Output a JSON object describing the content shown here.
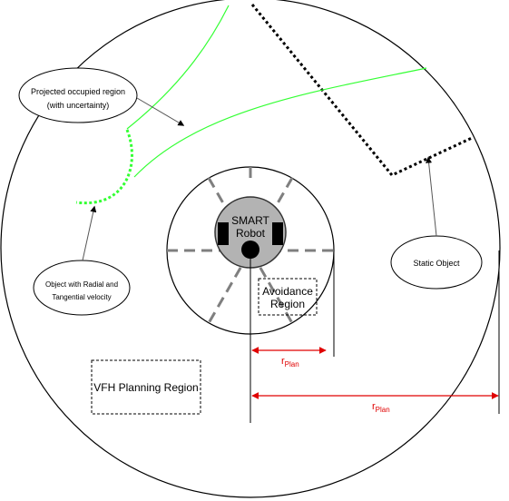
{
  "labels": {
    "projected_line1": "Projected occupied region",
    "projected_line2": "(with uncertainty)",
    "object_line1": "Object with Radial and",
    "object_line2": "Tangential velocity",
    "static_object": "Static Object",
    "robot_line1": "SMART",
    "robot_line2": "Robot",
    "avoidance_line1": "Avoidance",
    "avoidance_line2": "Region",
    "vfh_region": "VFH Planning Region",
    "r_plan_small_base": "r",
    "r_plan_small_sub": "Plan",
    "r_plan_large_base": "r",
    "r_plan_large_sub": "Plan"
  },
  "colors": {
    "green": "#33ff33",
    "red": "#e00000",
    "robot_fill": "#b3b3b3",
    "sector_dash": "#7f7f7f"
  }
}
